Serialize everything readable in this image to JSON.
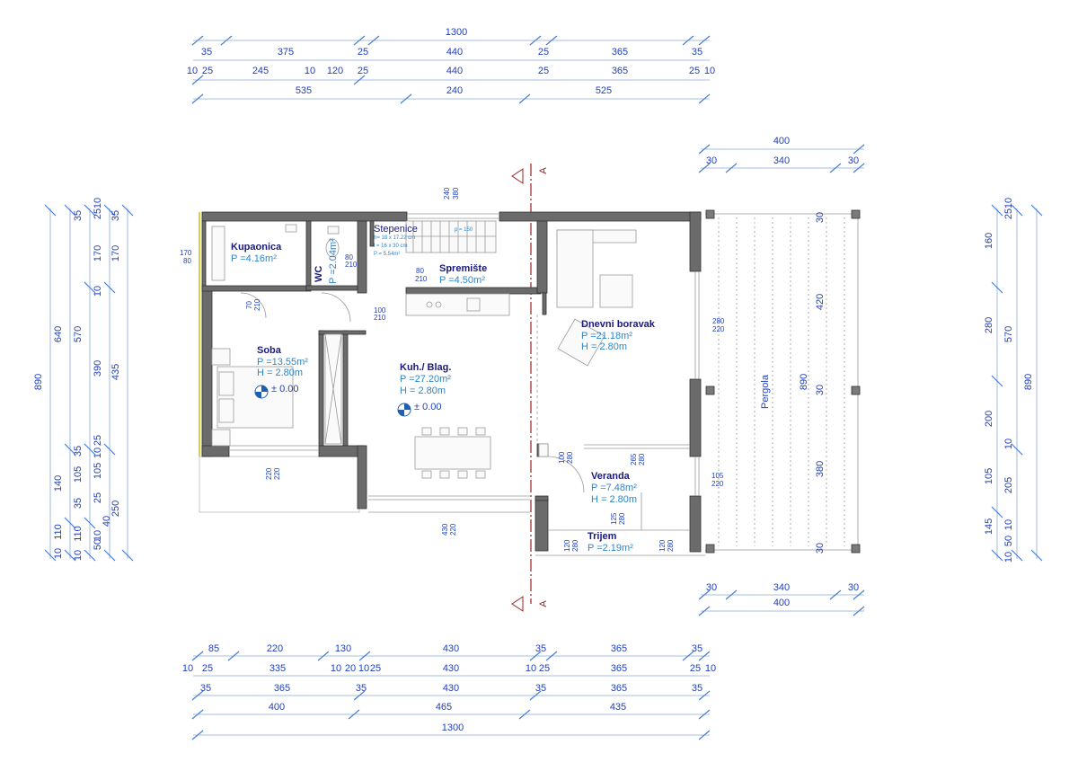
{
  "top_dimensions": {
    "row1": [
      "35",
      "375",
      "25",
      "440",
      "25",
      "365",
      "35"
    ],
    "row2": [
      "10",
      "25",
      "245",
      "10",
      "120",
      "25",
      "440",
      "25",
      "365",
      "25",
      "10"
    ],
    "row3": [
      "535",
      "240",
      "525"
    ],
    "total": "1300"
  },
  "bottom_dimensions": {
    "row1": [
      "85",
      "220",
      "130",
      "430",
      "35",
      "365",
      "35"
    ],
    "row2": [
      "10",
      "25",
      "335",
      "10",
      "20",
      "10",
      "25",
      "430",
      "10",
      "25",
      "365",
      "25",
      "10"
    ],
    "row3": [
      "35",
      "365",
      "35",
      "430",
      "35",
      "365",
      "35"
    ],
    "row4": [
      "400",
      "465",
      "435"
    ],
    "total": "1300"
  },
  "left_dimensions": {
    "col_total": "890",
    "col_a": [
      "640",
      "140",
      "110",
      "10"
    ],
    "col_b": [
      "570",
      "105",
      "110",
      "10"
    ],
    "col_c": [
      "35",
      "170",
      "10",
      "390",
      "35",
      "35",
      "10",
      "50"
    ],
    "col_d": [
      "25",
      "10",
      "170",
      "435",
      "25",
      "10",
      "105",
      "25",
      "40",
      "250"
    ],
    "col_e": [
      "35"
    ]
  },
  "right_dimensions": {
    "col_a": [
      "160",
      "280",
      "570",
      "200",
      "105",
      "145",
      "10"
    ],
    "col_b": [
      "25",
      "10",
      "10",
      "205",
      "10",
      "50"
    ],
    "col_total": "890"
  },
  "pergola": {
    "top_total": "400",
    "top_parts": [
      "30",
      "340",
      "30"
    ],
    "bottom_total": "400",
    "bottom_parts": [
      "30",
      "340",
      "30"
    ],
    "side": [
      "30",
      "420",
      "890",
      "30",
      "380",
      "30"
    ],
    "label": "Pergola"
  },
  "rooms": [
    {
      "name": "Kupaonica",
      "area": "P =4.16m²"
    },
    {
      "name": "WC",
      "area": "P =2.04m²"
    },
    {
      "name": "Stepenice",
      "spec1": "h= 18 x 17.22 cm",
      "spec2": "l = 16 x 30 cm",
      "spec3": "P = 5.54m²"
    },
    {
      "name": "Spremište",
      "area": "P =4.50m²"
    },
    {
      "name": "Soba",
      "area": "P =13.55m²",
      "height": "H = 2.80m"
    },
    {
      "name": "Kuh./ Blag.",
      "area": "P =27.20m²",
      "height": "H = 2.80m"
    },
    {
      "name": "Dnevni boravak",
      "area": "P =21.18m²",
      "height": "H = 2.80m"
    },
    {
      "name": "Veranda",
      "area": "P =7.48m²",
      "height": "H = 2.80m"
    },
    {
      "name": "Trijem",
      "area": "P =2.19m²"
    }
  ],
  "levels": [
    "± 0.00",
    "± 0.00"
  ],
  "section_marks": [
    "A",
    "A"
  ],
  "openings": [
    "170",
    "80",
    "80",
    "210",
    "70",
    "210",
    "100",
    "210",
    "80",
    "210",
    "240",
    "380",
    "280",
    "220",
    "220",
    "220",
    "100",
    "280",
    "265",
    "280",
    "105",
    "220",
    "125",
    "280",
    "120",
    "280",
    "120",
    "280",
    "430",
    "220",
    "p = 150"
  ],
  "colors": {
    "dimension": "#1f3fbf",
    "room_name": "#1a1a80",
    "room_value": "#2d86c9",
    "wall": "#6b6b6b",
    "section": "#a02020"
  }
}
